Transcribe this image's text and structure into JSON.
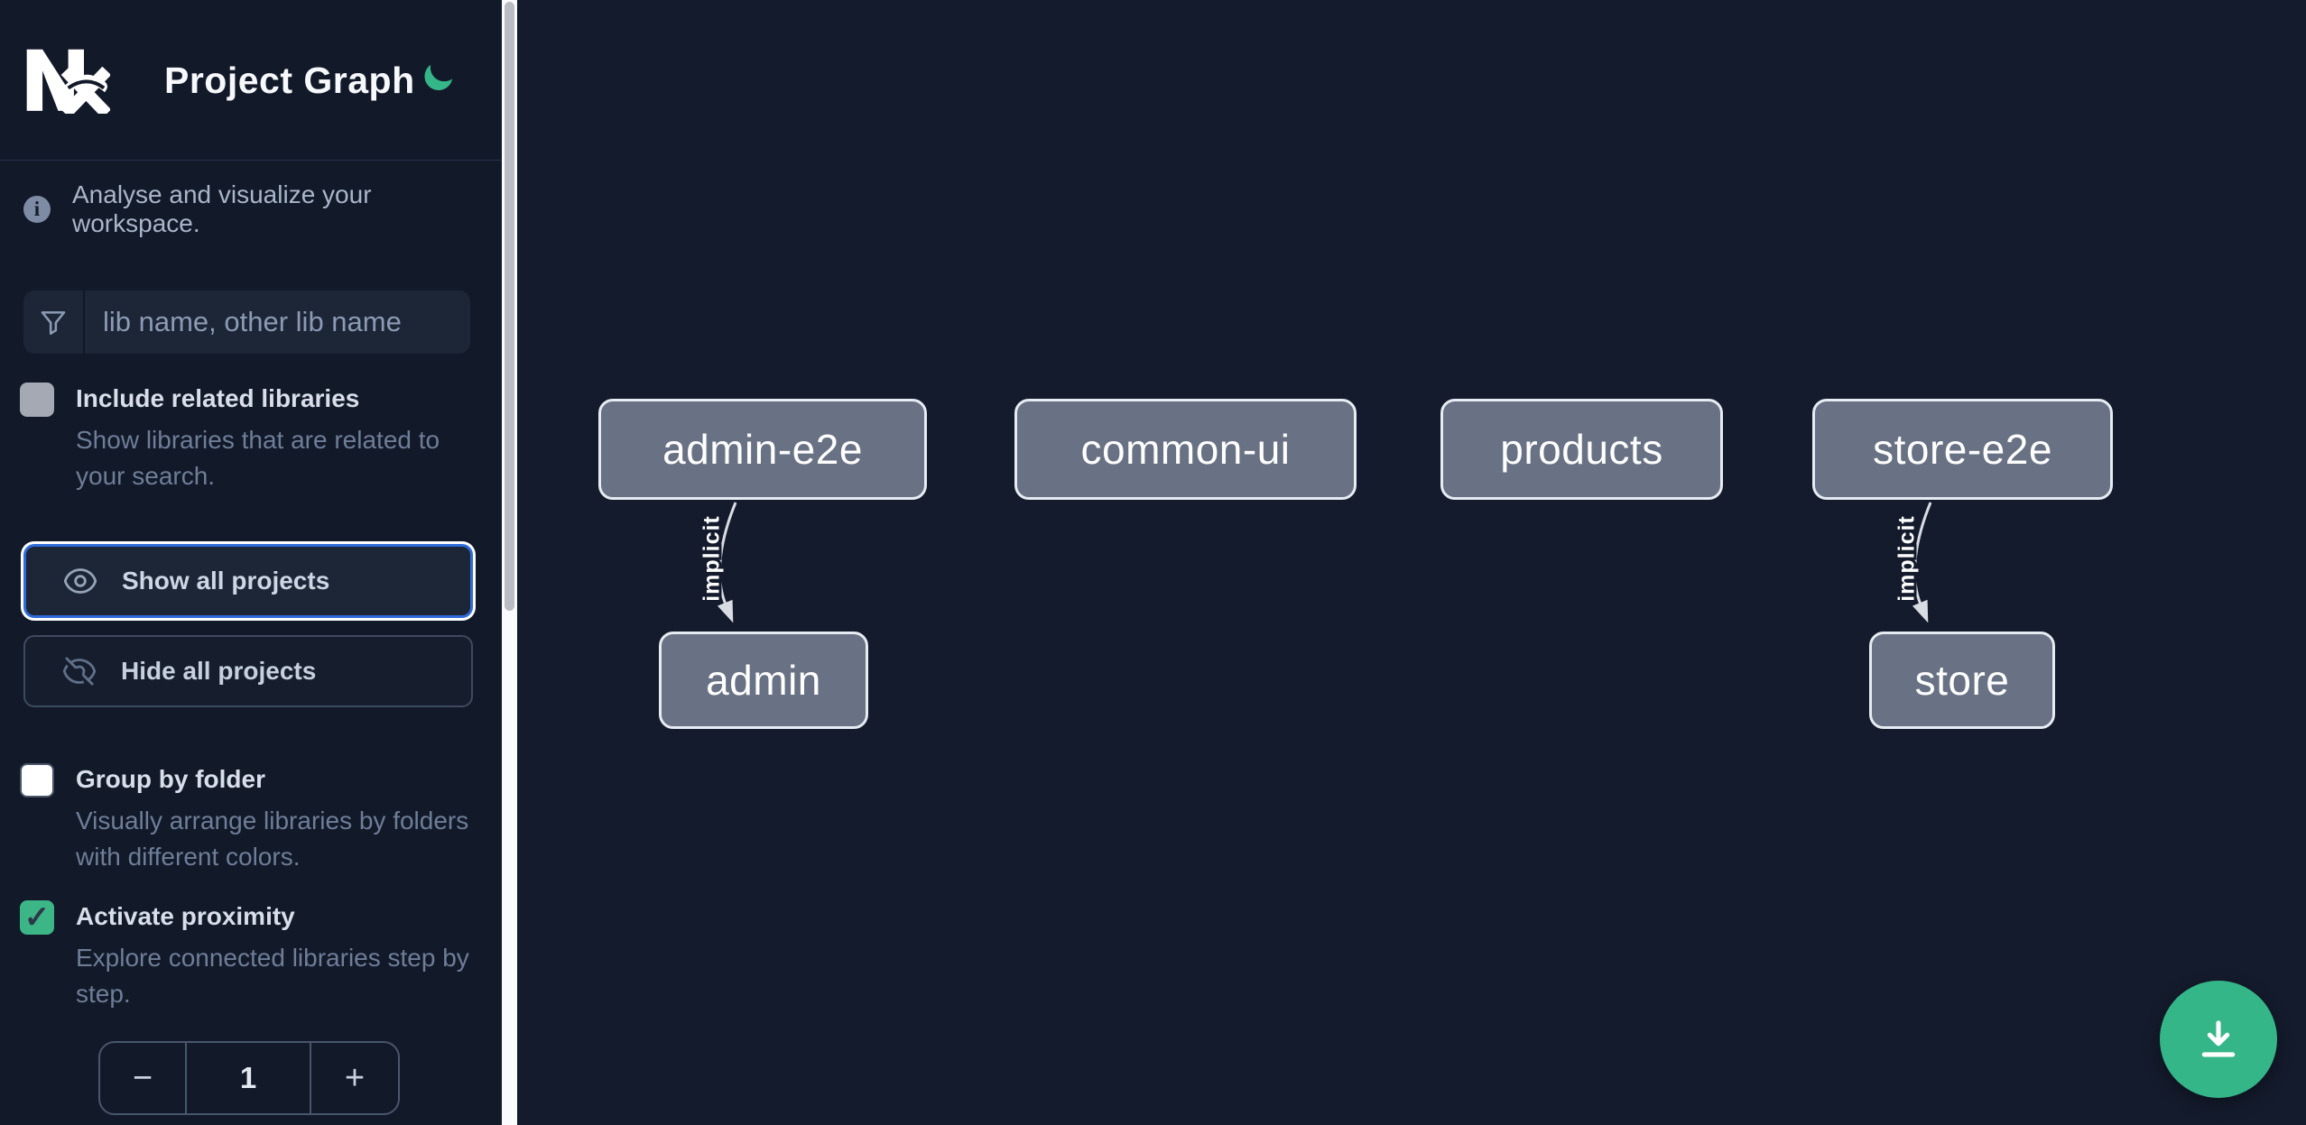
{
  "header": {
    "title": "Project Graph",
    "logo": "nx-logo",
    "theme_toggle": "moon-icon"
  },
  "sidebar": {
    "info": {
      "text": "Analyse and visualize your workspace."
    },
    "search": {
      "placeholder": "lib name, other lib name",
      "value": "",
      "icon": "filter-funnel-icon"
    },
    "options": [
      {
        "label": "Include related libraries",
        "description": "Show libraries that are related to your search.",
        "checked": false
      },
      {
        "label": "Group by folder",
        "description": "Visually arrange libraries by folders with different colors.",
        "checked": false
      },
      {
        "label": "Activate proximity",
        "description": "Explore connected libraries step by step.",
        "checked": true,
        "check_glyph": "✓"
      }
    ],
    "actions": [
      {
        "label": "Show all projects",
        "icon": "eye-icon",
        "focused": true
      },
      {
        "label": "Hide all projects",
        "icon": "eye-off-icon",
        "focused": false
      }
    ],
    "stepper": {
      "decrement_label": "−",
      "value": "1",
      "increment_label": "+"
    }
  },
  "graph": {
    "nodes": [
      {
        "label": "admin-e2e"
      },
      {
        "label": "common-ui"
      },
      {
        "label": "products"
      },
      {
        "label": "store-e2e"
      },
      {
        "label": "admin"
      },
      {
        "label": "store"
      }
    ],
    "edges": [
      {
        "source": "admin-e2e",
        "target": "admin",
        "label": "implicit",
        "type": "implicit"
      },
      {
        "source": "store-e2e",
        "target": "store",
        "label": "implicit",
        "type": "implicit"
      }
    ]
  },
  "fab": {
    "icon": "download-icon"
  },
  "colors": {
    "accent_green": "#35b689",
    "focus_blue": "#2f6bdb",
    "node_fill": "#697284",
    "node_border": "#e7ebf2",
    "canvas_bg": "#141b2c",
    "sidebar_bg": "#121929",
    "edge": "#d9dde3"
  }
}
